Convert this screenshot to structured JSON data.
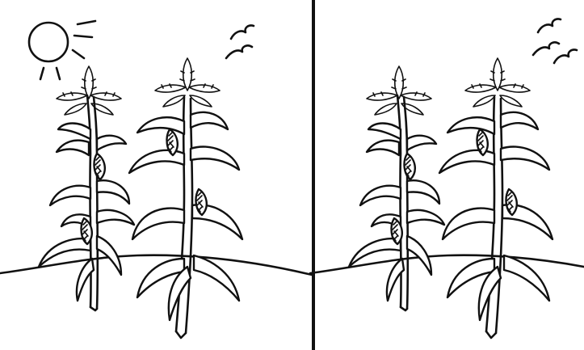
{
  "puzzle": {
    "type": "spot-the-difference",
    "panels": [
      {
        "id": "left",
        "has_sun": true,
        "bird_count": 2
      },
      {
        "id": "right",
        "has_sun": false,
        "bird_count": 3
      }
    ],
    "line_color": "#111111",
    "background": "#ffffff"
  }
}
